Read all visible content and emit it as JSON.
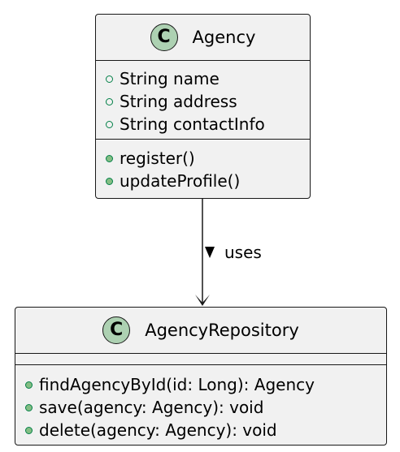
{
  "classes": [
    {
      "name": "Agency",
      "stereotype_letter": "C",
      "attributes": [
        "String name",
        "String address",
        "String contactInfo"
      ],
      "methods": [
        "register()",
        "updateProfile()"
      ]
    },
    {
      "name": "AgencyRepository",
      "stereotype_letter": "C",
      "attributes": [],
      "methods": [
        "findAgencyById(id: Long): Agency",
        "save(agency: Agency): void",
        "delete(agency: Agency): void"
      ]
    }
  ],
  "relations": [
    {
      "from": "Agency",
      "to": "AgencyRepository",
      "label": "uses",
      "type": "directed-association"
    }
  ],
  "colors": {
    "class_fill": "#f1f1f1",
    "border": "#181818",
    "class_icon": "#add1b2",
    "visibility_public": "#84be84",
    "visibility_border": "#038048"
  }
}
